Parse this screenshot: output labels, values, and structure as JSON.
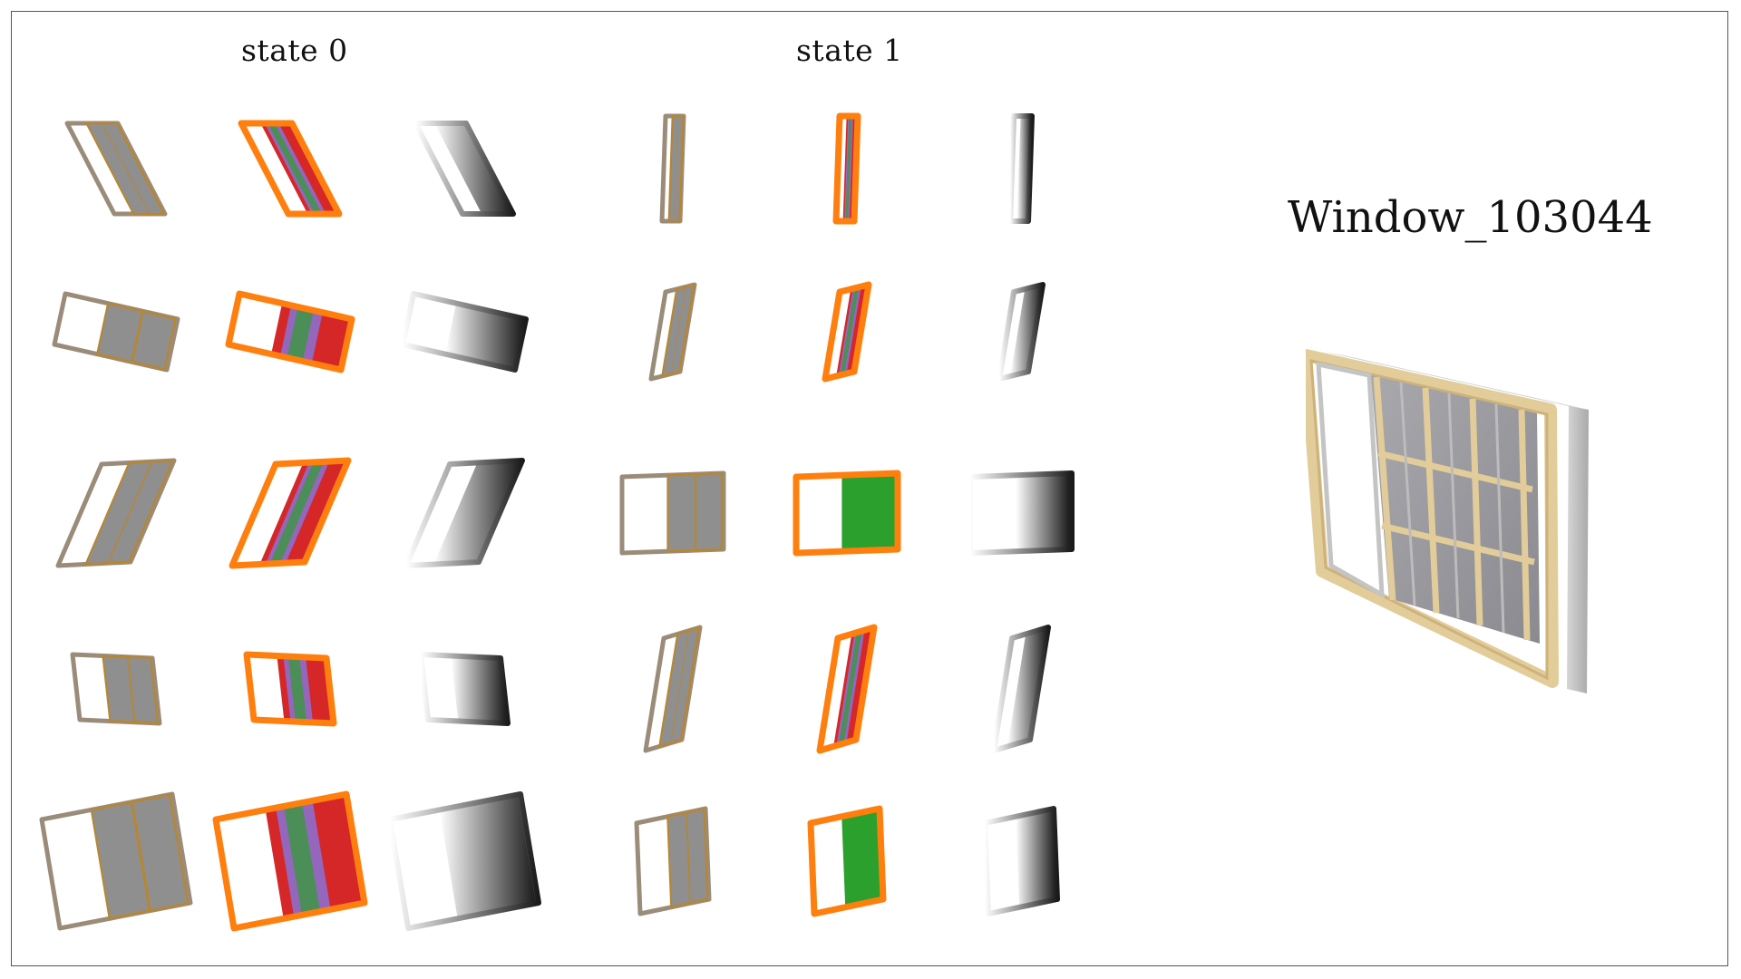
{
  "labels": {
    "state0": "state 0",
    "state1": "state 1",
    "object_name": "Window_103044"
  },
  "render_types": [
    "rgb",
    "part-segmentation",
    "depth"
  ],
  "colors": {
    "frame_outer": "#9b8c7a",
    "frame_inner": "#b8862e",
    "glass": "#8f8f8f",
    "seg_frame": "#ff7f0e",
    "seg_fixed_pane": "#d62728",
    "seg_sash_a": "#2ca02c",
    "seg_sash_b": "#9467bd",
    "seg_sash_c": "#1f77b4",
    "hero_wood": "#e2cc9a",
    "hero_metal": "#b9b9b9"
  },
  "views": [
    {
      "state": "state 0",
      "row": 1
    },
    {
      "state": "state 0",
      "row": 2
    },
    {
      "state": "state 0",
      "row": 3
    },
    {
      "state": "state 0",
      "row": 4
    },
    {
      "state": "state 0",
      "row": 5
    },
    {
      "state": "state 1",
      "row": 1
    },
    {
      "state": "state 1",
      "row": 2
    },
    {
      "state": "state 1",
      "row": 3
    },
    {
      "state": "state 1",
      "row": 4
    },
    {
      "state": "state 1",
      "row": 5
    }
  ]
}
